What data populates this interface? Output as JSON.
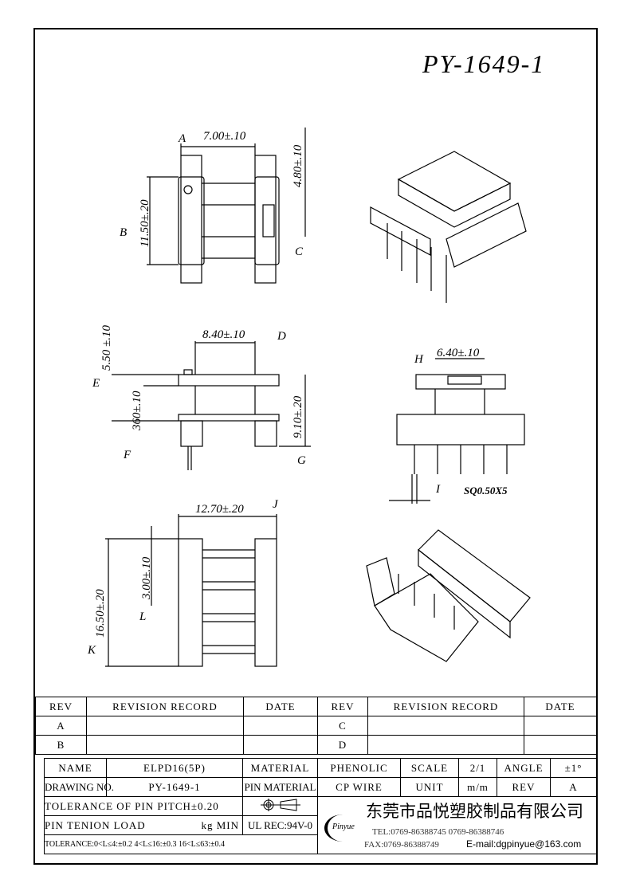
{
  "title": "PY-1649-1",
  "dims": {
    "A": "A",
    "a_val": "7.00±.10",
    "B": "B",
    "b_val": "11.50±.20",
    "C": "C",
    "c_val": "4.80±.10",
    "D": "D",
    "d_val": "8.40±.10",
    "E": "E",
    "e_val": "5.50 ±.10",
    "F": "F",
    "f_val": "360±.10",
    "G": "G",
    "g_val": "9.10±.20",
    "H": "H",
    "h_val": "6.40±.10",
    "I": "I",
    "i_val": "SQ0.50X5",
    "J": "J",
    "j_val": "12.70±.20",
    "K": "K",
    "k_val": "16.50±.20",
    "L": "L",
    "l_val": "3.00±.10"
  },
  "revision_table": {
    "headers": [
      "REV",
      "REVISION RECORD",
      "DATE",
      "REV",
      "REVISION RECORD",
      "DATE"
    ],
    "rows": [
      [
        "A",
        "",
        "",
        "C",
        "",
        ""
      ],
      [
        "B",
        "",
        "",
        "D",
        "",
        ""
      ]
    ]
  },
  "info": {
    "name_label": "NAME",
    "name": "ELPD16(5P)",
    "material_label": "MATERIAL",
    "material": "PHENOLIC",
    "scale_label": "SCALE",
    "scale": "2/1",
    "angle_label": "ANGLE",
    "angle": "±1°",
    "drawing_no_label": "DRAWING NO.",
    "drawing_no": "PY-1649-1",
    "pin_material_label": "PIN MATERIAL",
    "pin_material": "CP WIRE",
    "unit_label": "UNIT",
    "unit": "m/m",
    "rev_label": "REV",
    "rev": "A",
    "pin_pitch": "TOLERANCE OF PIN PITCH±0.20",
    "pin_load": "PIN TENION LOAD",
    "pin_load_unit": "kg MIN",
    "ul": "UL REC:94V-0",
    "tolerance": "TOLERANCE:0<L≤4:±0.2  4<L≤16:±0.3  16<L≤63:±0.4"
  },
  "company": {
    "logo": "Pinyue",
    "name": "东莞市品悦塑胶制品有限公司",
    "tel": "TEL:0769-86388745    0769-86388746",
    "fax": "FAX:0769-86388749",
    "email": "E-mail:dgpinyue@163.com"
  }
}
